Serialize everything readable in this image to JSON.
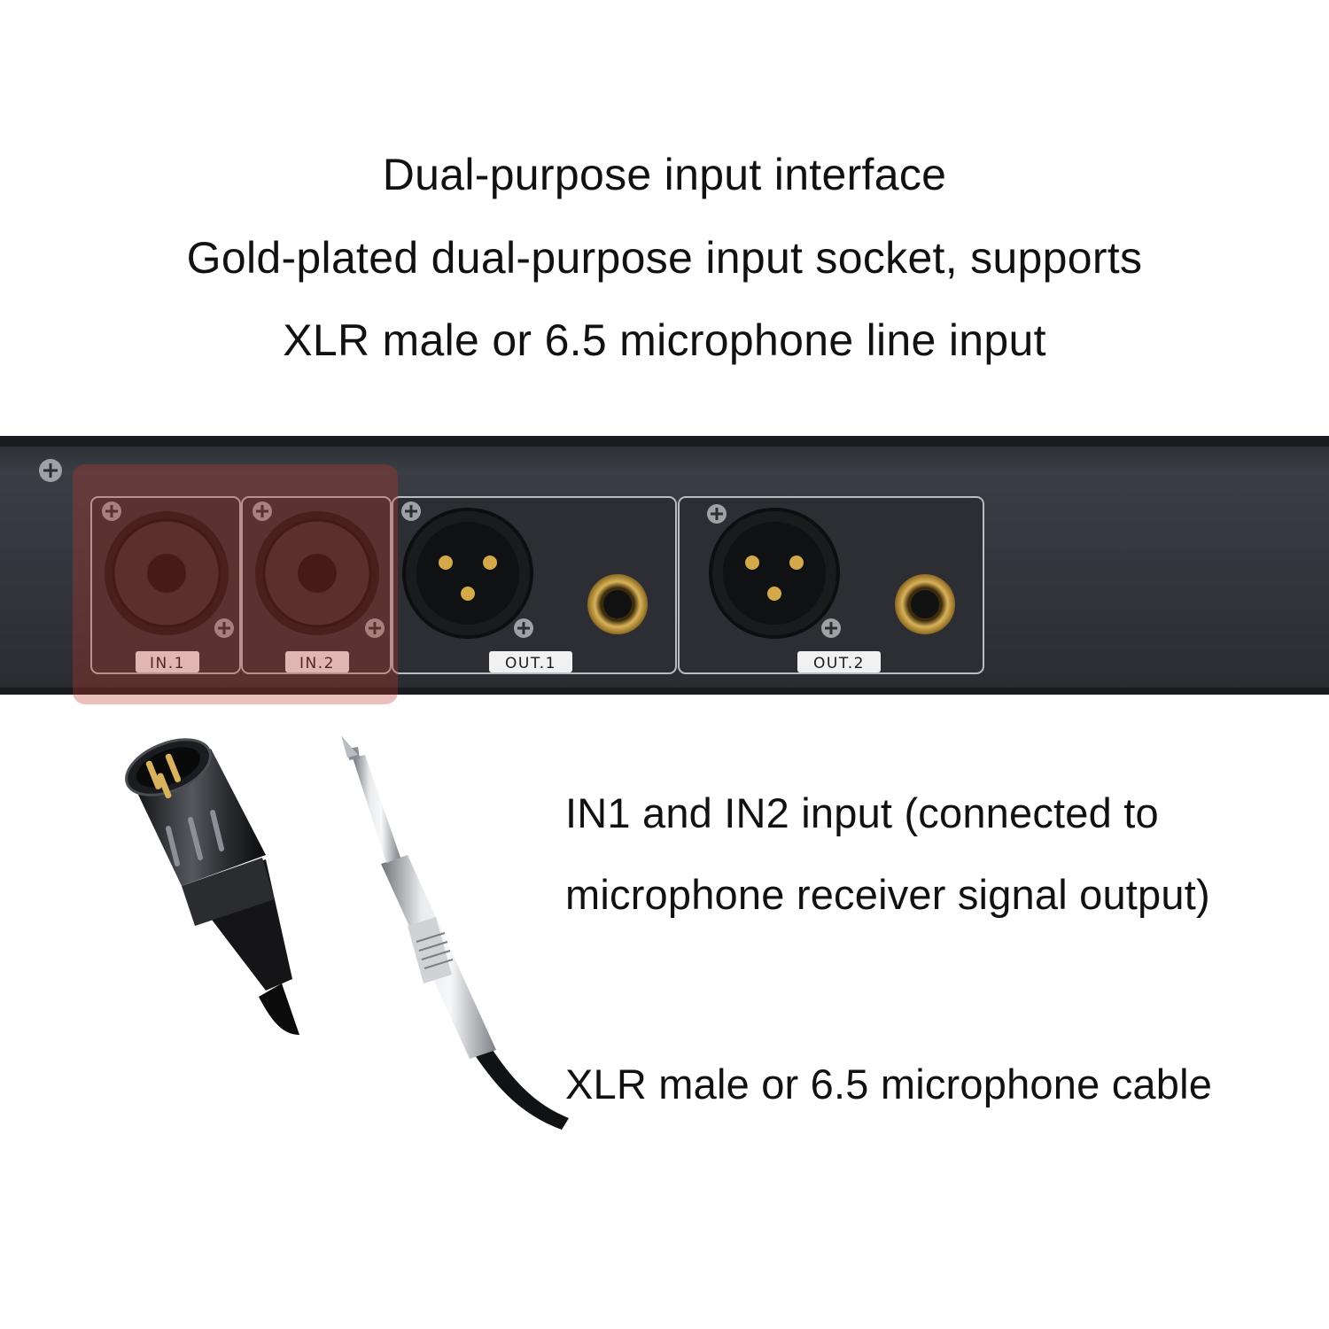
{
  "headline": {
    "line1": "Dual-purpose input interface",
    "line2": "Gold-plated dual-purpose input socket, supports",
    "line3": "XLR male or 6.5 microphone line input"
  },
  "panel": {
    "ports": [
      {
        "label": "IN.1",
        "type": "combo-xlr-jack",
        "highlighted": true
      },
      {
        "label": "IN.2",
        "type": "combo-xlr-jack",
        "highlighted": true
      },
      {
        "label": "OUT.1",
        "type": "xlr-male-plus-jack",
        "highlighted": false
      },
      {
        "label": "OUT.2",
        "type": "xlr-male-plus-jack",
        "highlighted": false
      }
    ],
    "highlight_color": "#c0392b"
  },
  "notes": {
    "input_line1": "IN1 and IN2 input (connected to",
    "input_line2": "microphone receiver signal output)",
    "cable": "XLR male or 6.5 microphone cable"
  },
  "illustrations": {
    "xlr_plug": "xlr-male-plug-icon",
    "jack_plug": "quarter-inch-jack-plug-icon"
  }
}
